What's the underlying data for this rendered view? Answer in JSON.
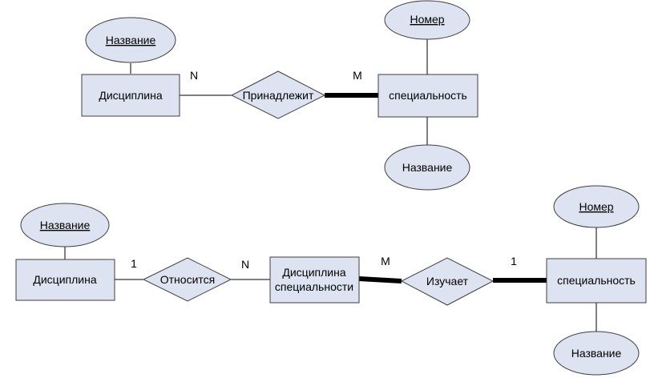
{
  "diagram1": {
    "entity_left": "Дисциплина",
    "entity_left_attr": "Название",
    "relationship": "Принадлежит",
    "card_left": "N",
    "card_right": "M",
    "entity_right": "специальность",
    "entity_right_attr_top": "Номер",
    "entity_right_attr_bottom": "Название"
  },
  "diagram2": {
    "entity_left": "Дисциплина",
    "entity_left_attr": "Название",
    "relationship_1": "Относится",
    "card_1_left": "1",
    "card_1_right": "N",
    "entity_middle_line1": "Дисциплина",
    "entity_middle_line2": "специальности",
    "relationship_2": "Изучает",
    "card_2_left": "M",
    "card_2_right": "1",
    "entity_right": "специальность",
    "entity_right_attr_top": "Номер",
    "entity_right_attr_bottom": "Название"
  }
}
